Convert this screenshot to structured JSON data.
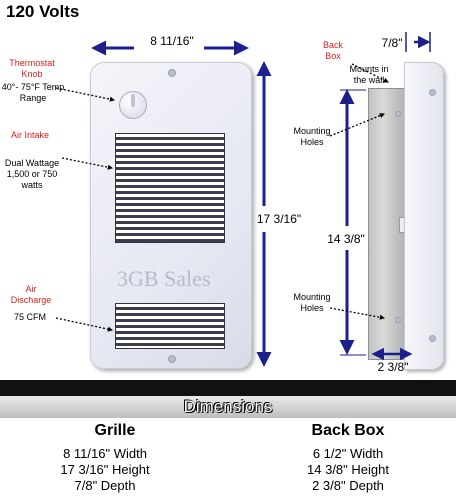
{
  "title": "120 Volts",
  "left_labels": {
    "thermostat_name": "Thermostat Knob",
    "thermostat_desc": "40°- 75°F Temp Range",
    "air_intake_name": "Air Intake",
    "air_intake_desc": "Dual Wattage 1,500 or 750 watts",
    "air_discharge_name": "Air Discharge",
    "air_discharge_desc": "75 CFM"
  },
  "grille_dims": {
    "width": "8 11/16\"",
    "height": "17 3/16\""
  },
  "watermark": {
    "text": "3GB Sales"
  },
  "back_box_labels": {
    "back_box_name": "Back Box",
    "back_box_desc": "Mounts in the wall",
    "depth_top": "7/8\"",
    "mounting_holes_1": "Mounting Holes",
    "mounting_holes_2": "Mounting Holes",
    "height": "14 3/8\"",
    "depth_bottom": "2 3/8\""
  },
  "table": {
    "heading": "Dimensions",
    "grille_header": "Grille",
    "backbox_header": "Back Box",
    "grille_rows": [
      "8 11/16\" Width",
      "17 3/16\" Height",
      "7/8\" Depth"
    ],
    "backbox_rows": [
      "6 1/2\" Width",
      "14 3/8\" Height",
      "2 3/8\" Depth"
    ]
  },
  "colors": {
    "label_red": "#d81e1e",
    "arrow_blue": "#1c1f8c"
  }
}
